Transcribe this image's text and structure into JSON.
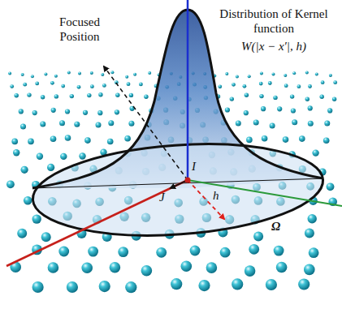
{
  "diagram": {
    "labels": [
      "Distribution of Kernel function",
      "W(|x − x′|, h)",
      "Focused Position",
      "I",
      "J",
      "h",
      "Ω"
    ]
  }
}
